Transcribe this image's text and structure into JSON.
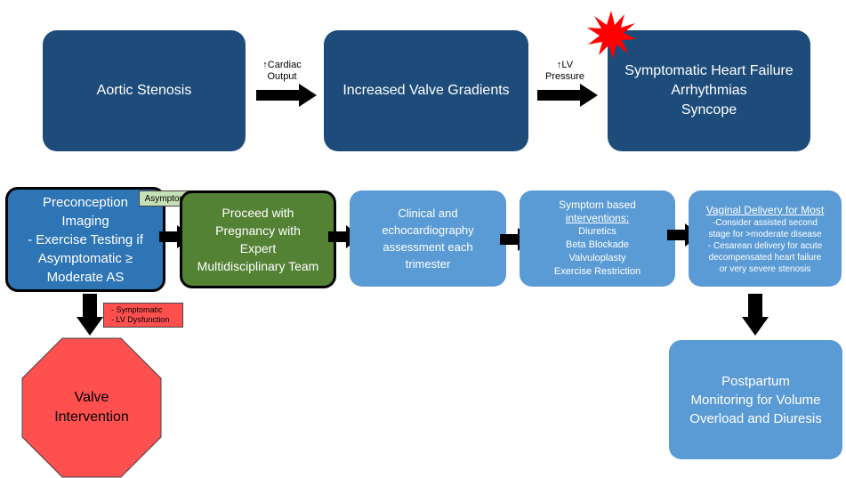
{
  "top_row": {
    "aortic_stenosis": "Aortic Stenosis",
    "increased_gradients": "Increased Valve Gradients",
    "outcomes": [
      "Symptomatic Heart Failure",
      "Arrhythmias",
      "Syncope"
    ],
    "arrow1_label": [
      "↑Cardiac",
      "Output"
    ],
    "arrow2_label": [
      "↑LV",
      "Pressure"
    ]
  },
  "preconception": {
    "lines": [
      "Preconception",
      "Imaging",
      "- Exercise Testing if",
      "Asymptomatic ≥",
      "Moderate AS"
    ],
    "tag": "Asymptomatic"
  },
  "pregnancy": {
    "lines": [
      "Proceed with",
      "Pregnancy with",
      "Expert",
      "Multidisciplinary Team"
    ]
  },
  "assessment": {
    "lines": [
      "Clinical and",
      "echocardiography",
      "assessment  each",
      "trimester"
    ]
  },
  "interventions": {
    "title_lines": [
      "Symptom based",
      "interventions:"
    ],
    "items": [
      "Diuretics",
      "Beta Blockade",
      "Valvuloplasty",
      "Exercise Restriction"
    ]
  },
  "delivery": {
    "title": "Vaginal Delivery for Most",
    "lines": [
      "-Consider assisted second",
      "stage for >moderate disease",
      "- Cesarean delivery for acute",
      "decompensated heart failure",
      "or very severe stenosis"
    ]
  },
  "postpartum": {
    "lines": [
      "Postpartum",
      "Monitoring for Volume",
      "Overload and Diuresis"
    ]
  },
  "contraindications": {
    "items": [
      "- Symptomatic",
      "- LV Dysfunction"
    ]
  },
  "valve_intervention": {
    "lines": [
      "Valve",
      "Intervention"
    ]
  },
  "colors": {
    "dark_blue": "#1e4c7a",
    "light_blue": "#5b9bd5",
    "mid_blue": "#2e75b6",
    "green": "#548235",
    "red": "#ff5050",
    "light_green_tag": "#c5e0b4",
    "starburst": "#ff0000"
  }
}
